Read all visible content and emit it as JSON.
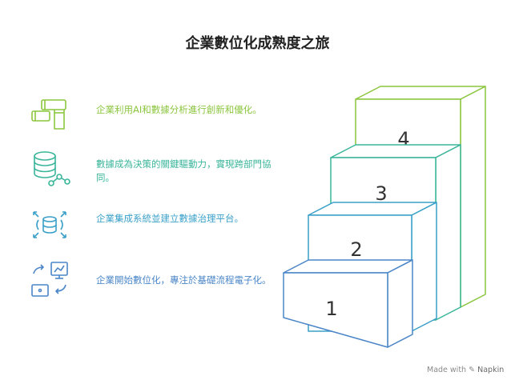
{
  "title": "企業數位化成熟度之旅",
  "steps": [
    {
      "num": "1",
      "text": "企業開始數位化，專注於基礎流程電子化。",
      "color": "#4a86c8",
      "icon": "digitize-arrows-monitor-icon"
    },
    {
      "num": "2",
      "text": "企業集成系統並建立數據治理平台。",
      "color": "#3aa0c8",
      "icon": "database-focus-icon"
    },
    {
      "num": "3",
      "text": "數據成為決策的關鍵驅動力，實現跨部門協同。",
      "color": "#3ab59a",
      "icon": "database-network-icon"
    },
    {
      "num": "4",
      "text": "企業利用AI和數據分析進行創新和優化。",
      "color": "#8cc63f",
      "icon": "pipe-flow-icon"
    }
  ],
  "footer": {
    "prefix": "Made with",
    "brand": "Napkin"
  }
}
